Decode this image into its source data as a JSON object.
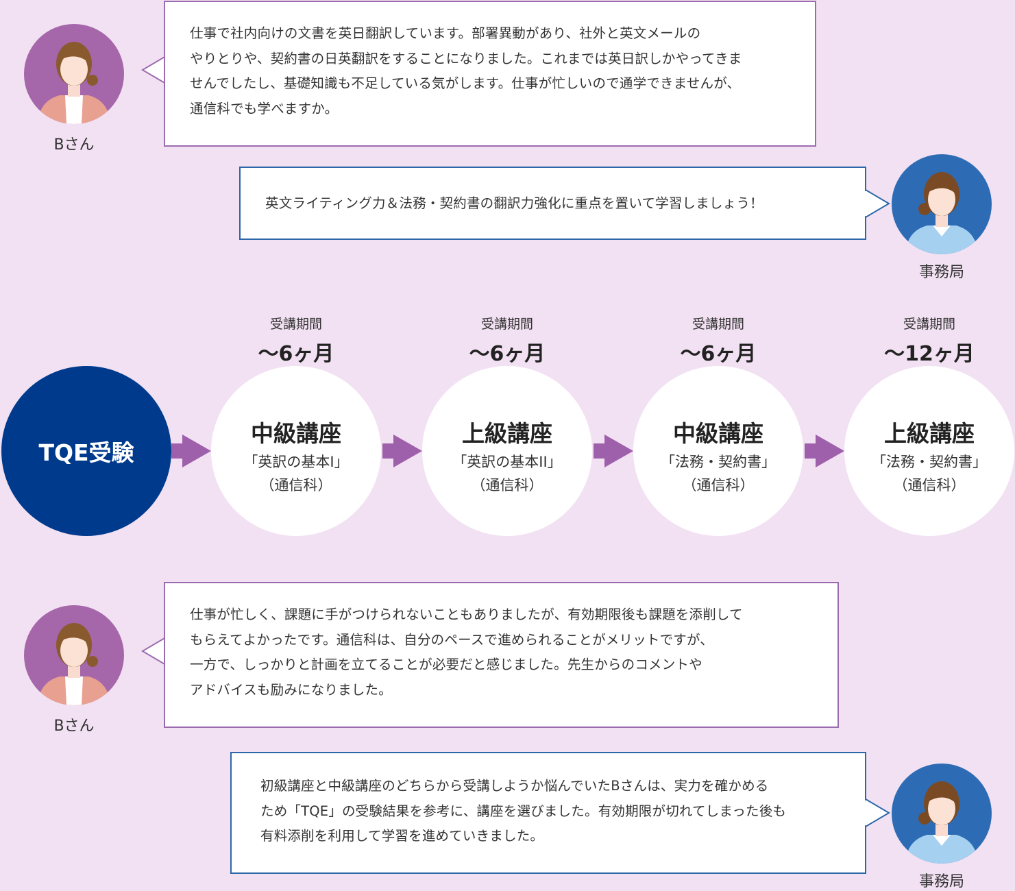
{
  "colors": {
    "background": "#f2e1f2",
    "student_circle": "#a566aa",
    "staff_circle": "#2d6cb5",
    "tqe_circle": "#003a8c",
    "arrow": "#9e5fab",
    "purple_border": "#9b6bb0",
    "blue_border": "#2a66a8"
  },
  "dialog": [
    {
      "speaker": "Bさん",
      "avatar_icon": "female-student-avatar-icon",
      "lines": [
        "仕事で社内向けの文書を英日翻訳しています。部署異動があり、社外と英文メールの",
        "やりとりや、契約書の日英翻訳をすることになりました。これまでは英日訳しかやってきま",
        "せんでしたし、基礎知識も不足している気がします。仕事が忙しいので通学できませんが、",
        "通信科でも学べますか。"
      ]
    },
    {
      "speaker": "事務局",
      "avatar_icon": "female-staff-avatar-icon",
      "lines": [
        "英文ライティング力＆法務・契約書の翻訳力強化に重点を置いて学習しましょう！"
      ]
    },
    {
      "speaker": "Bさん",
      "avatar_icon": "female-student-avatar-icon",
      "lines": [
        "仕事が忙しく、課題に手がつけられないこともありましたが、有効期限後も課題を添削して",
        "もらえてよかったです。通信科は、自分のペースで進められることがメリットですが、",
        "一方で、しっかりと計画を立てることが必要だと感じました。先生からのコメントや",
        "アドバイスも励みになりました。"
      ]
    },
    {
      "speaker": "事務局",
      "avatar_icon": "female-staff-avatar-icon",
      "lines": [
        "初級講座と中級講座のどちらから受講しようか悩んでいたBさんは、実力を確かめる",
        "ため「TQE」の受験結果を参考に、講座を選びました。有効期限が切れてしまった後も",
        "有料添削を利用して学習を進めていきました。"
      ]
    }
  ],
  "flow": {
    "start": "TQE受験",
    "period_label": "受講期間",
    "steps": [
      {
        "period": "～6ヶ月",
        "level": "中級講座",
        "course": "「英訳の基本I」",
        "type": "（通信科）"
      },
      {
        "period": "～6ヶ月",
        "level": "上級講座",
        "course": "「英訳の基本II」",
        "type": "（通信科）"
      },
      {
        "period": "～6ヶ月",
        "level": "中級講座",
        "course": "「法務・契約書」",
        "type": "（通信科）"
      },
      {
        "period": "～12ヶ月",
        "level": "上級講座",
        "course": "「法務・契約書」",
        "type": "（通信科）"
      }
    ]
  }
}
